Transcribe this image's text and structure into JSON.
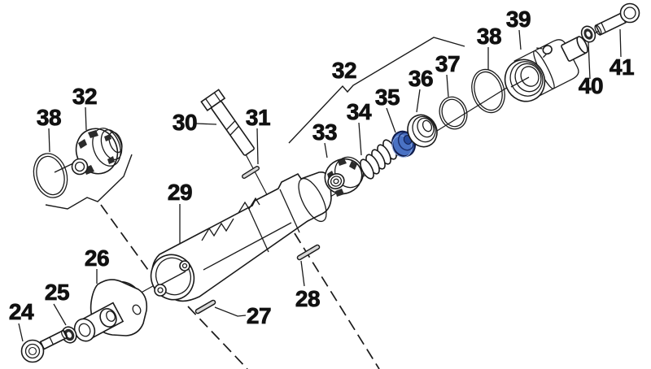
{
  "diagram": {
    "type": "exploded-parts-diagram",
    "background": "#ffffff",
    "line_color": "#1a1a1a",
    "highlight_color": "#4a72c4",
    "highlighted_part_number": "35",
    "labels": {
      "p24": "24",
      "p25": "25",
      "p26": "26",
      "p27": "27",
      "p28": "28",
      "p29": "29",
      "p30": "30",
      "p31": "31",
      "p32_assembled": "32",
      "p32_group": "32",
      "p33": "33",
      "p34": "34",
      "p35": "35",
      "p36": "36",
      "p37": "37",
      "p38_left": "38",
      "p38_right": "38",
      "p39": "39",
      "p40": "40",
      "p41": "41"
    }
  }
}
